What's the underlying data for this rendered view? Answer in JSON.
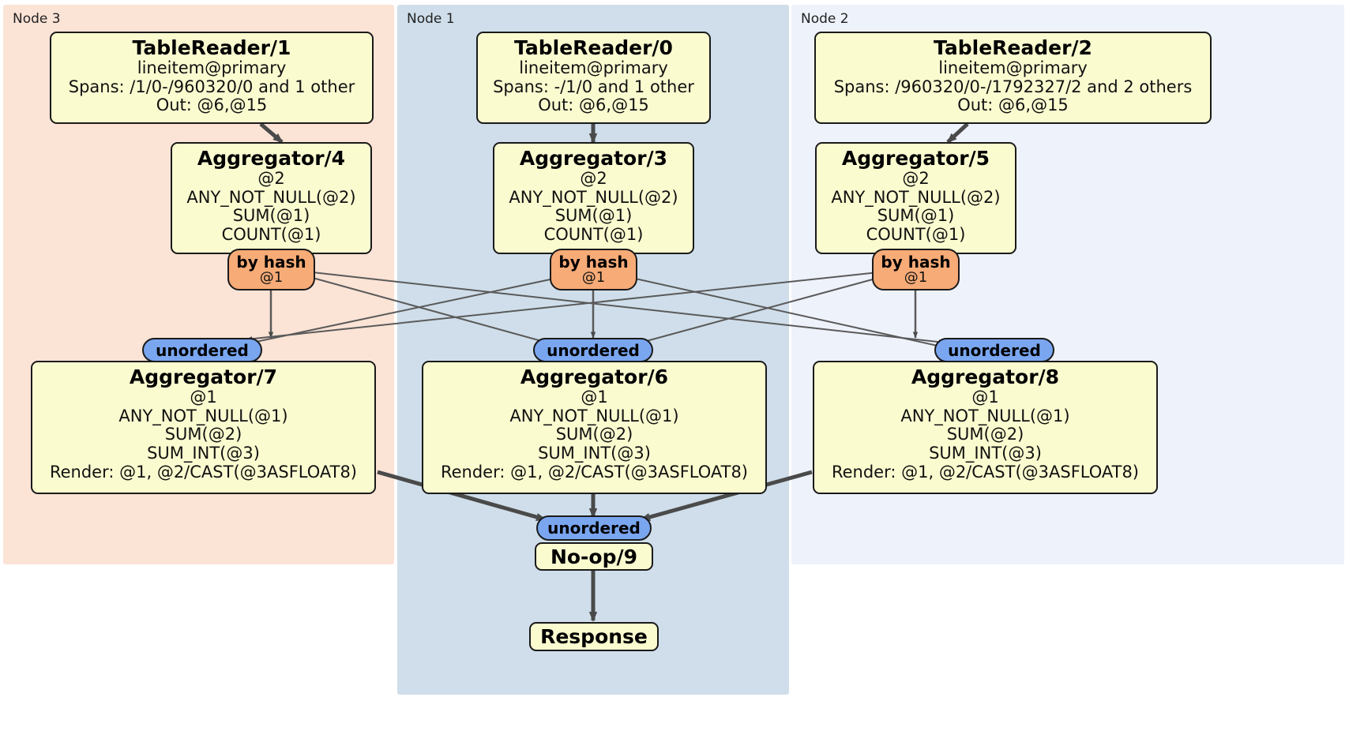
{
  "diagram": {
    "type": "distributed-query-plan",
    "nodes": [
      {
        "id": "node3",
        "label": "Node 3",
        "color": "#fbe3d6"
      },
      {
        "id": "node1",
        "label": "Node 1",
        "color": "#cfdeea"
      },
      {
        "id": "node2",
        "label": "Node 2",
        "color": "#eef2fb"
      }
    ],
    "processors": [
      {
        "id": "tablereader1",
        "title": "TableReader/1",
        "lines": [
          "lineitem@primary",
          "Spans: /1/0-/960320/0 and 1 other",
          "Out: @6,@15"
        ]
      },
      {
        "id": "tablereader0",
        "title": "TableReader/0",
        "lines": [
          "lineitem@primary",
          "Spans: -/1/0 and 1 other",
          "Out: @6,@15"
        ]
      },
      {
        "id": "tablereader2",
        "title": "TableReader/2",
        "lines": [
          "lineitem@primary",
          "Spans: /960320/0-/1792327/2 and 2 others",
          "Out: @6,@15"
        ]
      },
      {
        "id": "aggregator4",
        "title": "Aggregator/4",
        "lines": [
          "@2",
          "ANY_NOT_NULL(@2)",
          "SUM(@1)",
          "COUNT(@1)"
        ]
      },
      {
        "id": "aggregator3",
        "title": "Aggregator/3",
        "lines": [
          "@2",
          "ANY_NOT_NULL(@2)",
          "SUM(@1)",
          "COUNT(@1)"
        ]
      },
      {
        "id": "aggregator5",
        "title": "Aggregator/5",
        "lines": [
          "@2",
          "ANY_NOT_NULL(@2)",
          "SUM(@1)",
          "COUNT(@1)"
        ]
      },
      {
        "id": "aggregator7",
        "title": "Aggregator/7",
        "lines": [
          "@1",
          "ANY_NOT_NULL(@1)",
          "SUM(@2)",
          "SUM_INT(@3)",
          "Render: @1, @2/CAST(@3ASFLOAT8)"
        ]
      },
      {
        "id": "aggregator6",
        "title": "Aggregator/6",
        "lines": [
          "@1",
          "ANY_NOT_NULL(@1)",
          "SUM(@2)",
          "SUM_INT(@3)",
          "Render: @1, @2/CAST(@3ASFLOAT8)"
        ]
      },
      {
        "id": "aggregator8",
        "title": "Aggregator/8",
        "lines": [
          "@1",
          "ANY_NOT_NULL(@1)",
          "SUM(@2)",
          "SUM_INT(@3)",
          "Render: @1, @2/CAST(@3ASFLOAT8)"
        ]
      },
      {
        "id": "noop9",
        "title": "No-op/9",
        "lines": []
      },
      {
        "id": "response",
        "title": "Response",
        "lines": []
      }
    ],
    "routers": [
      {
        "id": "hash-left",
        "kind": "by hash",
        "label": "by hash",
        "sub": "@1",
        "color": "#f7ab77"
      },
      {
        "id": "hash-center",
        "kind": "by hash",
        "label": "by hash",
        "sub": "@1",
        "color": "#f7ab77"
      },
      {
        "id": "hash-right",
        "kind": "by hash",
        "label": "by hash",
        "sub": "@1",
        "color": "#f7ab77"
      }
    ],
    "synchronizers": [
      {
        "id": "unordered-left",
        "label": "unordered",
        "color": "#7aa6f0"
      },
      {
        "id": "unordered-center",
        "label": "unordered",
        "color": "#7aa6f0"
      },
      {
        "id": "unordered-right",
        "label": "unordered",
        "color": "#7aa6f0"
      },
      {
        "id": "unordered-final",
        "label": "unordered",
        "color": "#7aa6f0"
      }
    ]
  }
}
